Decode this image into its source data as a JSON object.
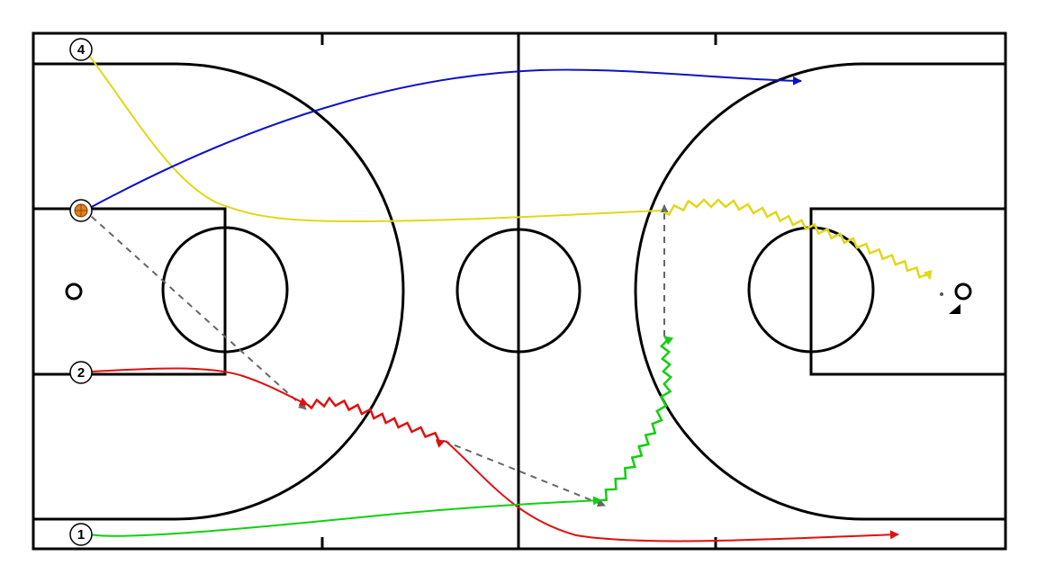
{
  "players": [
    {
      "id": "p4",
      "label": "4"
    },
    {
      "id": "p2",
      "label": "2"
    },
    {
      "id": "p1",
      "label": "1"
    }
  ],
  "ball_handler": "ball",
  "colors": {
    "court": "#000000",
    "player4": "#e0d81a",
    "ball_pass": "#1010c8",
    "player2": "#e01010",
    "player1": "#10d010",
    "pass_dashed": "#666666",
    "ball": "#e08020"
  },
  "icons": [
    "basketball-icon",
    "hoop-icon"
  ]
}
